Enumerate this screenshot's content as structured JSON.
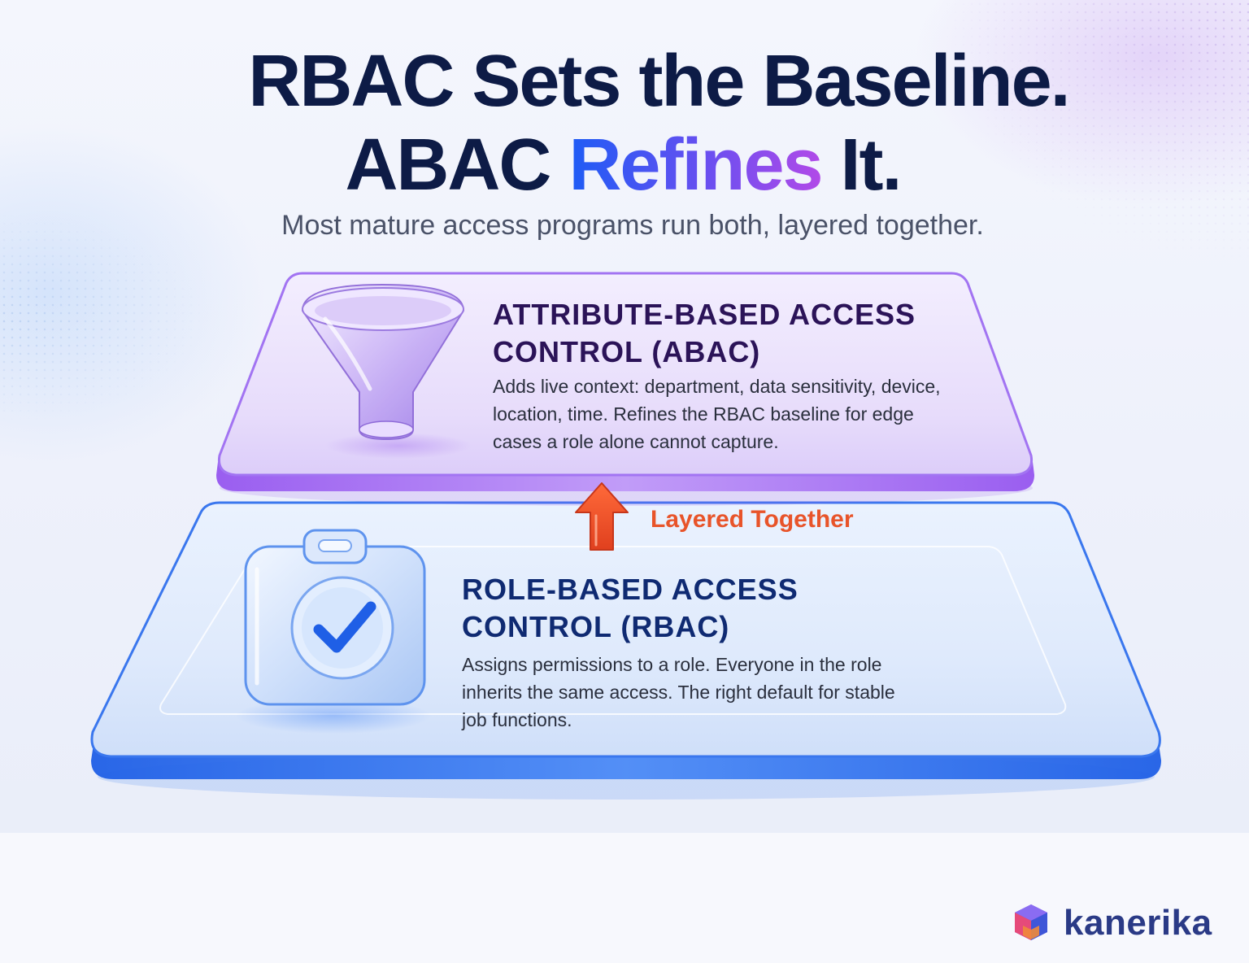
{
  "title": {
    "line1": "RBAC Sets the Baseline.",
    "line2_prefix": "ABAC ",
    "line2_accent": "Refines",
    "line2_suffix": " It."
  },
  "subtitle": "Most mature access programs run both, layered together.",
  "layers": [
    {
      "id": "abac",
      "heading_line1": "ATTRIBUTE-BASED ACCESS",
      "heading_line2": "CONTROL (ABAC)",
      "description": "Adds live context: department, data sensitivity, device, location, time. Refines the RBAC baseline for edge cases a role alone cannot capture.",
      "icon": "funnel-icon",
      "color": "#8b5cf6"
    },
    {
      "id": "rbac",
      "heading_line1": "ROLE-BASED ACCESS",
      "heading_line2": "CONTROL (RBAC)",
      "description": "Assigns permissions to a role. Everyone in the role inherits the same access. The right default for stable job functions.",
      "icon": "badge-check-icon",
      "color": "#2f6ff0"
    }
  ],
  "connector": {
    "label": "Layered Together",
    "icon": "arrow-up-icon",
    "color": "#e8542a"
  },
  "brand": {
    "name": "kanerika",
    "icon": "cube-logo-icon"
  }
}
